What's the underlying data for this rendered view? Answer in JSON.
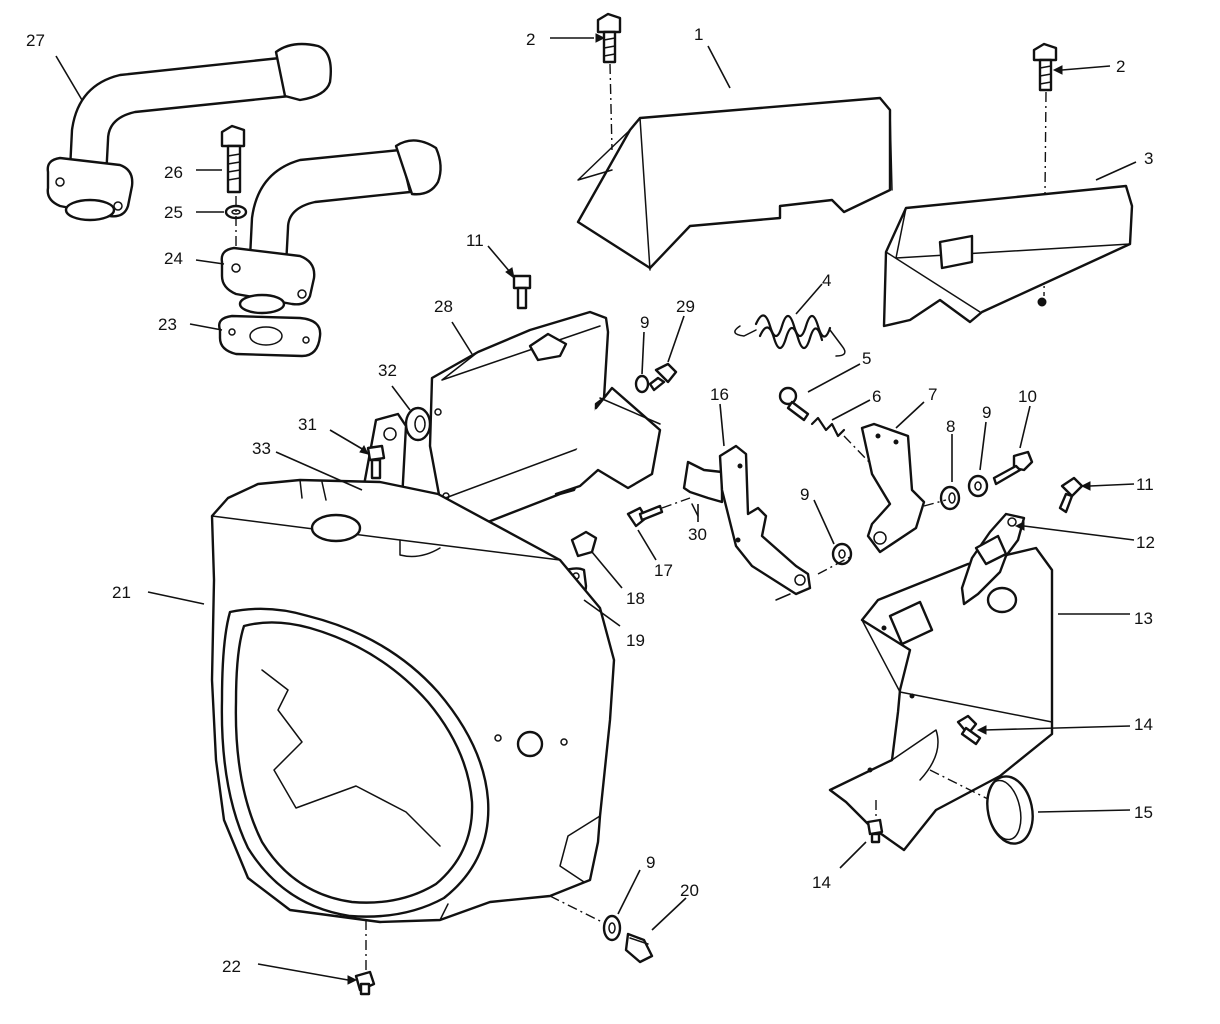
{
  "callouts": [
    "1",
    "2",
    "2",
    "3",
    "4",
    "5",
    "6",
    "7",
    "8",
    "9",
    "10",
    "11",
    "12",
    "13",
    "14",
    "14",
    "15",
    "16",
    "17",
    "18",
    "19",
    "9",
    "20",
    "21",
    "22",
    "23",
    "24",
    "25",
    "26",
    "27",
    "28",
    "11",
    "9",
    "29",
    "30",
    "31",
    "32",
    "33",
    "9"
  ],
  "labels": {
    "p1": "1",
    "p2a": "2",
    "p2b": "2",
    "p3": "3",
    "p4": "4",
    "p5": "5",
    "p6": "6",
    "p7": "7",
    "p8": "8",
    "p9a": "9",
    "p9b": "9",
    "p9c": "9",
    "p9d": "9",
    "p10": "10",
    "p11a": "11",
    "p11b": "11",
    "p12": "12",
    "p13": "13",
    "p14a": "14",
    "p14b": "14",
    "p15": "15",
    "p16": "16",
    "p17": "17",
    "p18": "18",
    "p19": "19",
    "p20": "20",
    "p21": "21",
    "p22": "22",
    "p23": "23",
    "p24": "24",
    "p25": "25",
    "p26": "26",
    "p27": "27",
    "p28": "28",
    "p29": "29",
    "p30": "30",
    "p31": "31",
    "p32": "32",
    "p33": "33"
  }
}
